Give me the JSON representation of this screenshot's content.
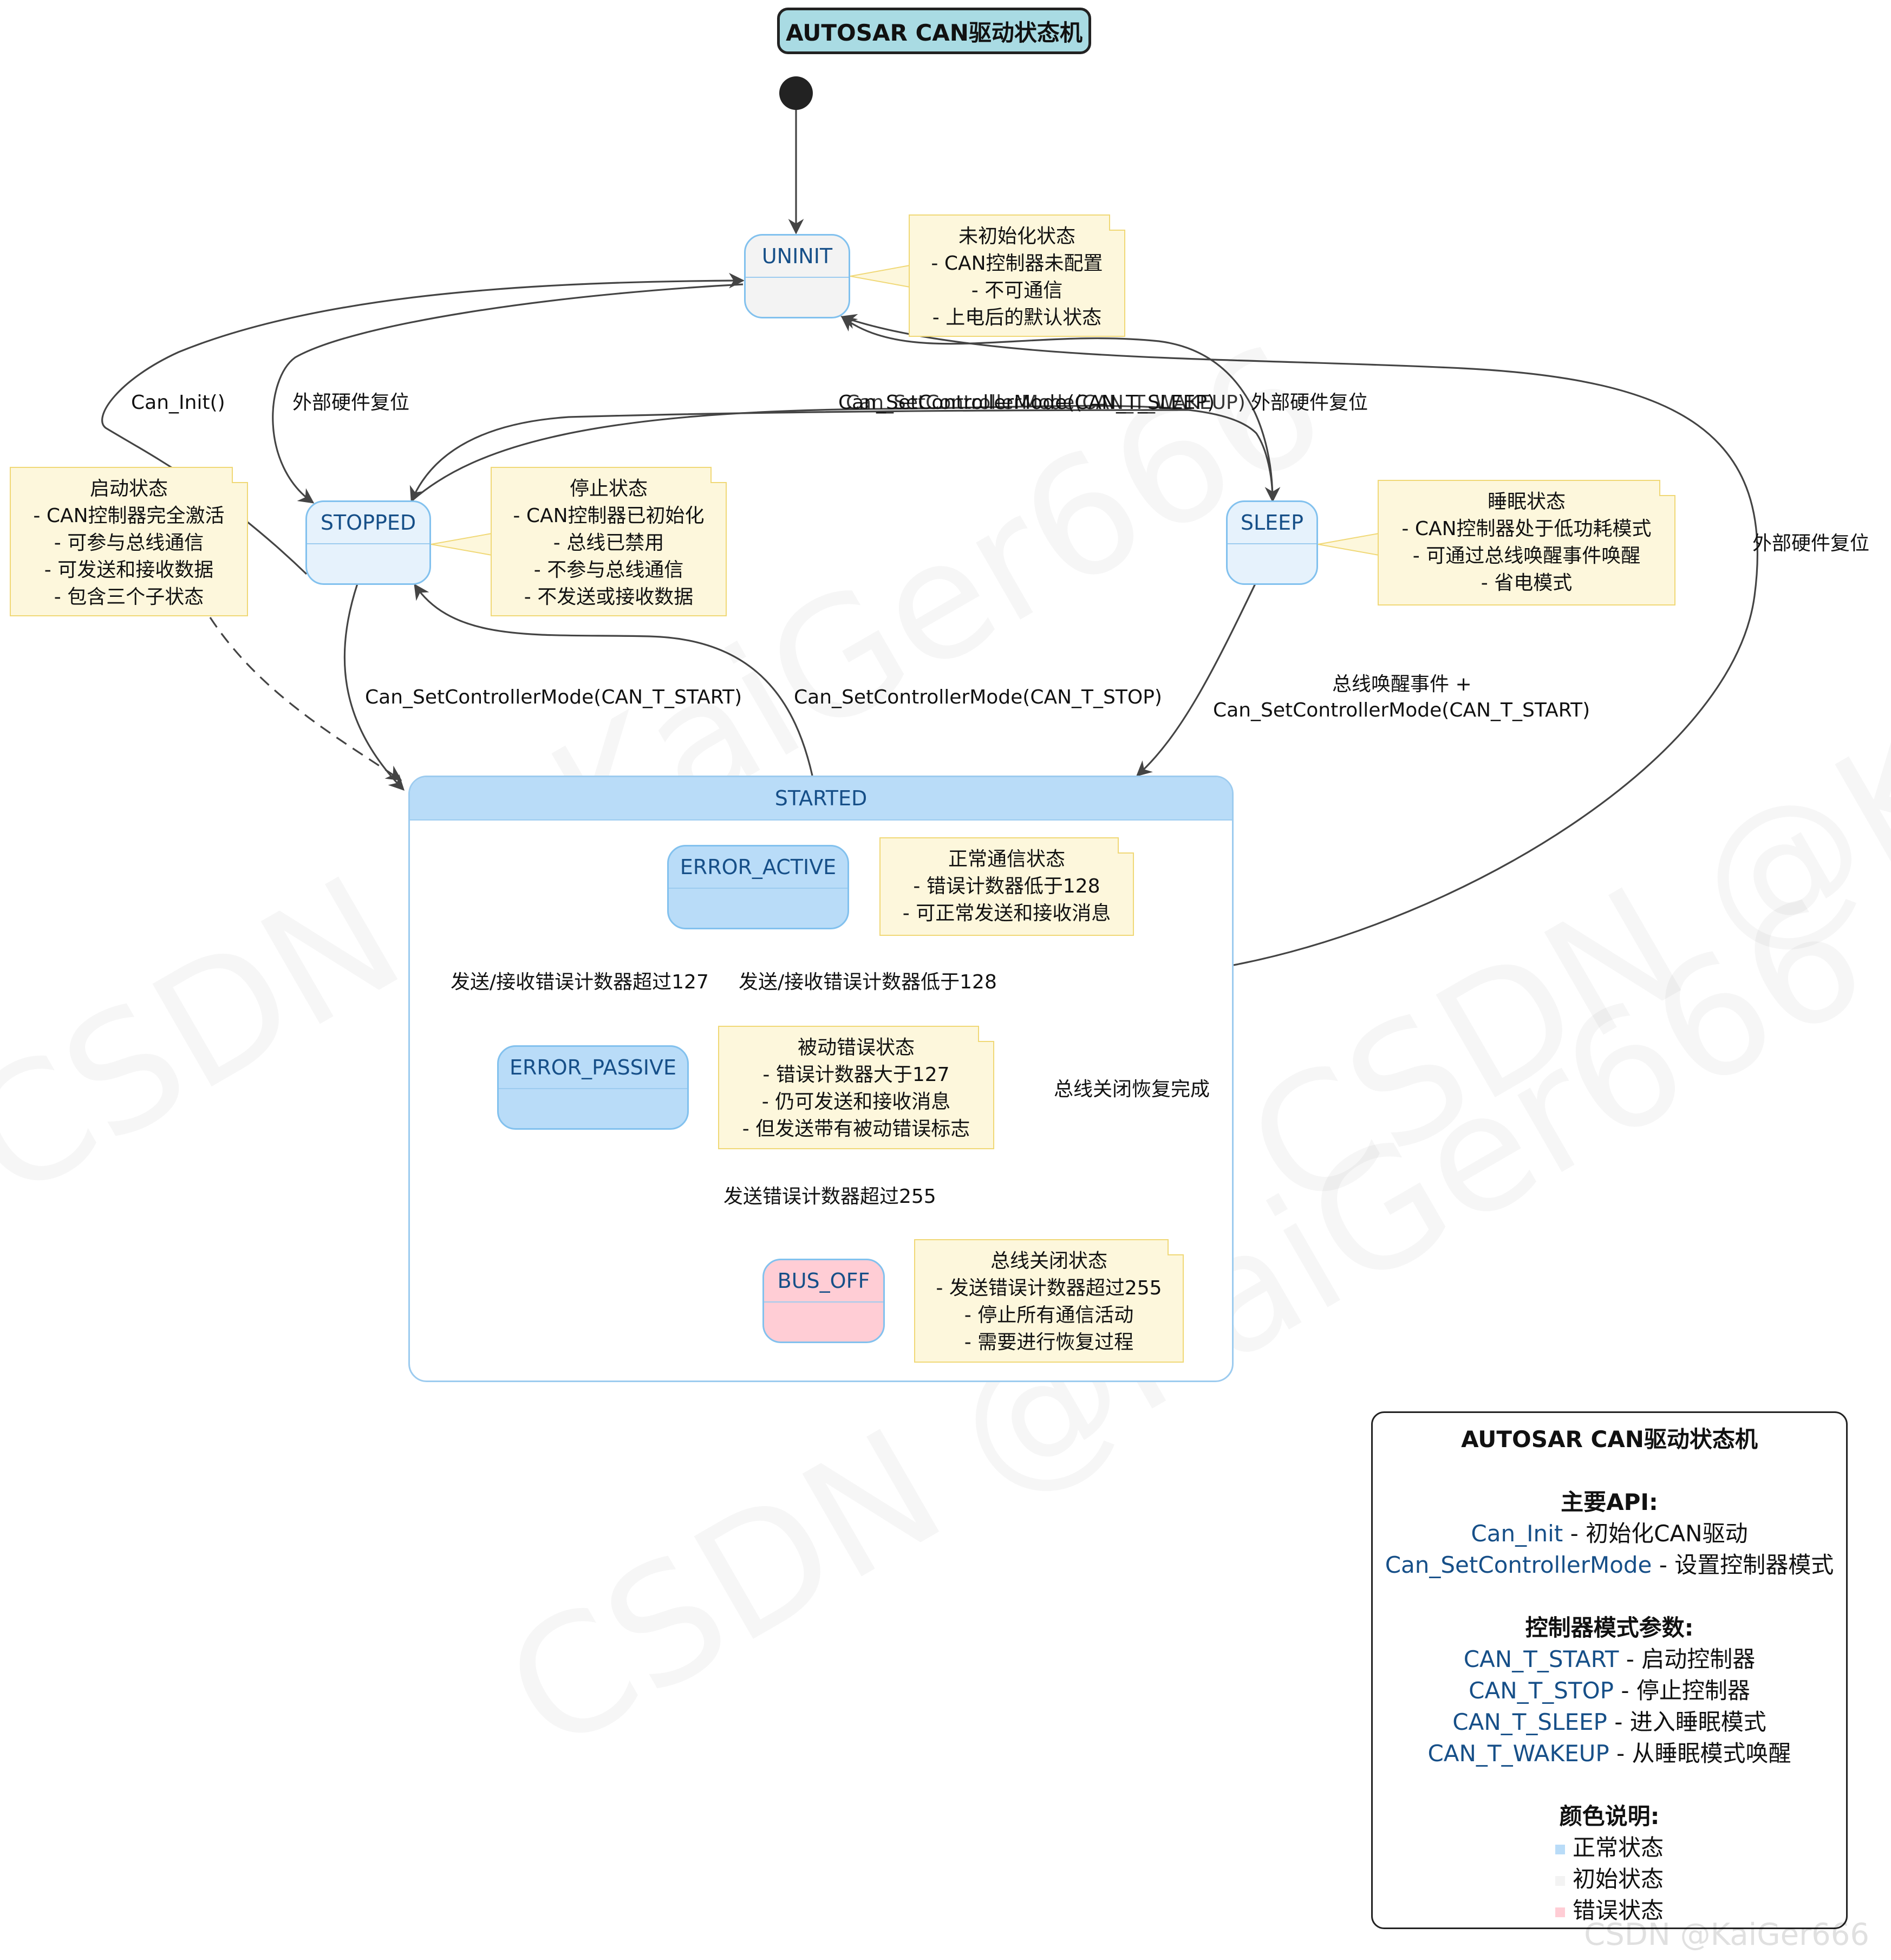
{
  "title": "AUTOSAR CAN驱动状态机",
  "states": {
    "uninit": "UNINIT",
    "stopped": "STOPPED",
    "sleep": "SLEEP",
    "started": "STARTED",
    "error_active": "ERROR_ACTIVE",
    "error_passive": "ERROR_PASSIVE",
    "bus_off": "BUS_OFF"
  },
  "notes": {
    "uninit": [
      "未初始化状态",
      "- CAN控制器未配置",
      "- 不可通信",
      "- 上电后的默认状态"
    ],
    "started": [
      "启动状态",
      "- CAN控制器完全激活",
      "- 可参与总线通信",
      "- 可发送和接收数据",
      "- 包含三个子状态"
    ],
    "stopped": [
      "停止状态",
      "- CAN控制器已初始化",
      "- 总线已禁用",
      "- 不参与总线通信",
      "- 不发送或接收数据"
    ],
    "sleep": [
      "睡眠状态",
      "- CAN控制器处于低功耗模式",
      "- 可通过总线唤醒事件唤醒",
      "- 省电模式"
    ],
    "error_active": [
      "正常通信状态",
      "- 错误计数器低于128",
      "- 可正常发送和接收消息"
    ],
    "error_passive": [
      "被动错误状态",
      "- 错误计数器大于127",
      "- 仍可发送和接收消息",
      "- 但发送带有被动错误标志"
    ],
    "bus_off": [
      "总线关闭状态",
      "- 发送错误计数器超过255",
      "- 停止所有通信活动",
      "- 需要进行恢复过程"
    ]
  },
  "transitions": {
    "can_init": "Can_Init()",
    "hw_reset_stopped": "外部硬件复位",
    "stopped_sleep_overlap_1": "Can_SetControllerMode(CAN_T_SLEEP)",
    "stopped_sleep_overlap_2": "Can_SetControllerMode(CAN_T_WAKEUP)",
    "hw_reset_sleep": "外部硬件复位",
    "hw_reset_started": "外部硬件复位",
    "stopped_to_started": "Can_SetControllerMode(CAN_T_START)",
    "started_to_stopped": "Can_SetControllerMode(CAN_T_STOP)",
    "sleep_to_started_1": "总线唤醒事件 +",
    "sleep_to_started_2": "Can_SetControllerMode(CAN_T_START)",
    "active_to_passive": "发送/接收错误计数器超过127",
    "passive_to_active": "发送/接收错误计数器低于128",
    "passive_to_busoff": "发送错误计数器超过255",
    "busoff_to_active": "总线关闭恢复完成"
  },
  "legend": {
    "title": "AUTOSAR CAN驱动状态机",
    "api_heading": "主要API:",
    "api_items": [
      {
        "name": "Can_Init",
        "desc": " - 初始化CAN驱动"
      },
      {
        "name": "Can_SetControllerMode",
        "desc": " - 设置控制器模式"
      }
    ],
    "mode_heading": "控制器模式参数:",
    "mode_items": [
      {
        "name": "CAN_T_START",
        "desc": " - 启动控制器"
      },
      {
        "name": "CAN_T_STOP",
        "desc": " - 停止控制器"
      },
      {
        "name": "CAN_T_SLEEP",
        "desc": " - 进入睡眠模式"
      },
      {
        "name": "CAN_T_WAKEUP",
        "desc": " - 从睡眠模式唤醒"
      }
    ],
    "color_heading": "颜色说明:",
    "color_items": [
      {
        "color": "#b9dcf8",
        "label": "正常状态"
      },
      {
        "color": "#f3f3f3",
        "label": "初始状态"
      },
      {
        "color": "#ffcdd5",
        "label": "错误状态"
      }
    ]
  },
  "colors": {
    "title_bg": "#a9dbe3",
    "state_normal": "#b9dcf8",
    "state_light": "#e6f2fc",
    "state_initial": "#f3f3f3",
    "state_error": "#ffcdd5",
    "note_bg": "#fdf7dc",
    "api_text": "#164f88"
  },
  "watermark": "CSDN @KaiGer666"
}
